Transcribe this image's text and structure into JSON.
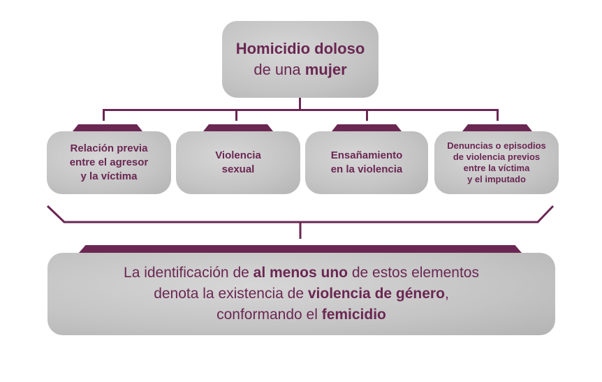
{
  "top": {
    "line1": "Homicidio doloso",
    "line2_pre": "de una ",
    "line2_bold": "mujer"
  },
  "elements": [
    {
      "lines": [
        "Relación previa",
        "entre el agresor",
        "y la víctima"
      ]
    },
    {
      "lines": [
        "Violencia",
        "sexual"
      ]
    },
    {
      "lines": [
        "Ensañamiento",
        "en la violencia"
      ]
    },
    {
      "lines": [
        "Denuncias o episodios",
        "de violencia previos",
        "entre la víctima",
        "y el imputado"
      ]
    }
  ],
  "conclusion": {
    "l1_pre": "La identificación de ",
    "l1_bold": "al menos uno",
    "l1_post": " de estos elementos",
    "l2_pre": "denota la existencia de ",
    "l2_bold": "violencia de género",
    "l2_post": ",",
    "l3_pre": "conformando el ",
    "l3_bold": "femicidio"
  },
  "colors": {
    "accent": "#6a2752",
    "box": "#c4c4c4"
  }
}
